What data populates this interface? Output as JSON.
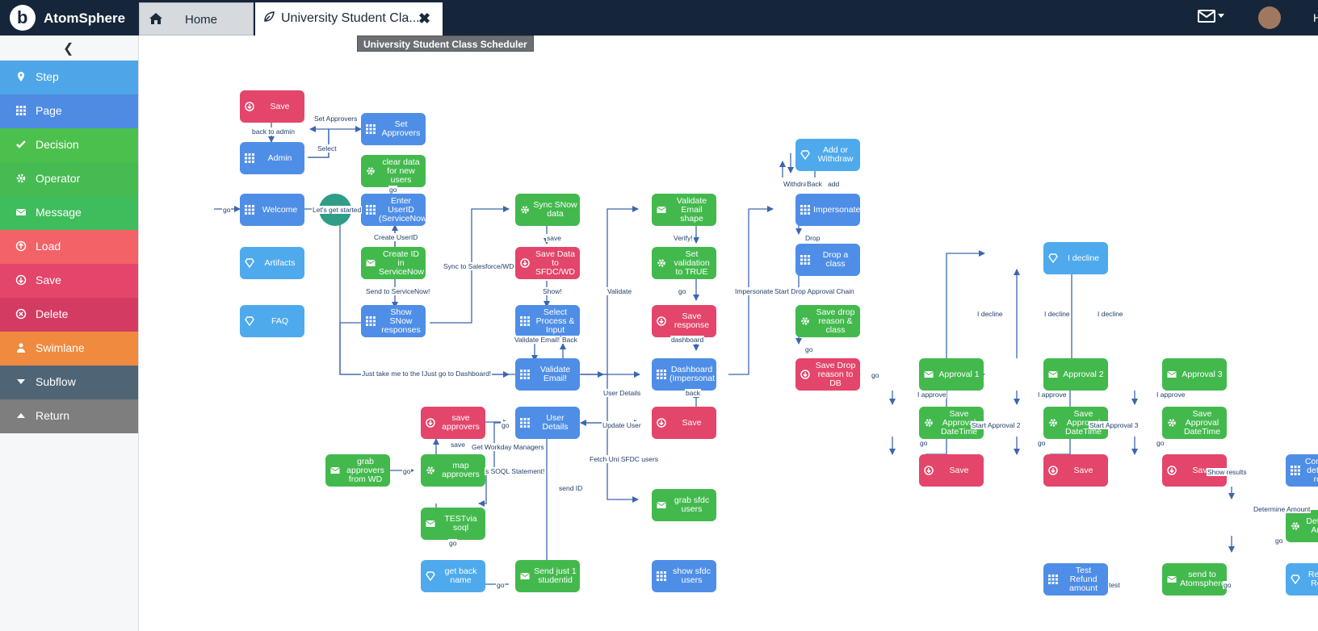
{
  "header": {
    "brand": "AtomSphere",
    "home_tab": "Home",
    "active_tab": "University Student Cla...",
    "tooltip": "University Student Class Scheduler"
  },
  "sidebar": {
    "items": [
      {
        "label": "Step",
        "color": "#4ea6e8",
        "icon": "pin-icon"
      },
      {
        "label": "Page",
        "color": "#4f8be2",
        "icon": "grid-icon"
      },
      {
        "label": "Decision",
        "color": "#4cc04d",
        "icon": "check-icon"
      },
      {
        "label": "Operator",
        "color": "#46bb52",
        "icon": "gear-icon"
      },
      {
        "label": "Message",
        "color": "#3fbc5c",
        "icon": "envelope-icon"
      },
      {
        "label": "Load",
        "color": "#f36266",
        "icon": "upload-icon"
      },
      {
        "label": "Save",
        "color": "#e4456a",
        "icon": "download-icon"
      },
      {
        "label": "Delete",
        "color": "#d43b63",
        "icon": "delete-icon"
      },
      {
        "label": "Swimlane",
        "color": "#f08a3f",
        "icon": "person-icon"
      },
      {
        "label": "Subflow",
        "color": "#4f6576",
        "icon": "caret-down-icon"
      },
      {
        "label": "Return",
        "color": "#7e7e7e",
        "icon": "caret-up-icon"
      }
    ]
  },
  "flow": {
    "start": "Start",
    "nodes": [
      {
        "id": "save_top",
        "label": "Save",
        "type": "save",
        "color": "red"
      },
      {
        "id": "admin",
        "label": "Admin",
        "type": "page",
        "color": "blue"
      },
      {
        "id": "set_approvers",
        "label": "Set Approvers",
        "type": "page",
        "color": "blue"
      },
      {
        "id": "clear_data",
        "label": "clear data for new users",
        "type": "operator",
        "color": "green"
      },
      {
        "id": "welcome",
        "label": "Welcome",
        "type": "page",
        "color": "blue"
      },
      {
        "id": "enter_userid",
        "label": "Enter UserID (ServiceNow",
        "type": "page",
        "color": "blue"
      },
      {
        "id": "artifacts",
        "label": "Artifacts",
        "type": "step",
        "color": "lblue"
      },
      {
        "id": "faq",
        "label": "FAQ",
        "type": "step",
        "color": "lblue"
      },
      {
        "id": "create_id",
        "label": "Create ID in ServiceNow",
        "type": "message",
        "color": "green"
      },
      {
        "id": "show_snow",
        "label": "Show SNow responses",
        "type": "page",
        "color": "blue"
      },
      {
        "id": "sync_snow",
        "label": "Sync SNow data",
        "type": "operator",
        "color": "green"
      },
      {
        "id": "save_sfdc",
        "label": "Save Data to SFDC/WD",
        "type": "save",
        "color": "red"
      },
      {
        "id": "select_process",
        "label": "Select Process & Input",
        "type": "page",
        "color": "blue"
      },
      {
        "id": "validate_email",
        "label": "Validate Email!",
        "type": "page",
        "color": "blue"
      },
      {
        "id": "user_details",
        "label": "User Details",
        "type": "page",
        "color": "blue"
      },
      {
        "id": "save_approvers",
        "label": "save approvers",
        "type": "save",
        "color": "red"
      },
      {
        "id": "map_approvers",
        "label": "map approvers",
        "type": "operator",
        "color": "green"
      },
      {
        "id": "grab_approvers",
        "label": "grab approvers from WD",
        "type": "message",
        "color": "green"
      },
      {
        "id": "test_soql",
        "label": "TESTvia soql",
        "type": "message",
        "color": "green"
      },
      {
        "id": "get_back_name",
        "label": "get back name",
        "type": "step",
        "color": "lblue"
      },
      {
        "id": "send_studentid",
        "label": "Send just 1 studentid",
        "type": "message",
        "color": "green"
      },
      {
        "id": "validate_shape",
        "label": "Validate Email shape",
        "type": "message",
        "color": "green"
      },
      {
        "id": "set_validation",
        "label": "Set validation to TRUE",
        "type": "operator",
        "color": "green"
      },
      {
        "id": "save_response",
        "label": "Save response",
        "type": "save",
        "color": "red"
      },
      {
        "id": "dashboard",
        "label": "Dashboard (Impersonat",
        "type": "page",
        "color": "blue"
      },
      {
        "id": "save_mid",
        "label": "Save",
        "type": "save",
        "color": "red"
      },
      {
        "id": "grab_sfdc",
        "label": "grab sfdc users",
        "type": "message",
        "color": "green"
      },
      {
        "id": "show_sfdc",
        "label": "show sfdc users",
        "type": "page",
        "color": "blue"
      },
      {
        "id": "add_withdraw",
        "label": "Add or Withdraw",
        "type": "step",
        "color": "lblue"
      },
      {
        "id": "impersonate",
        "label": "Impersonate",
        "type": "page",
        "color": "blue"
      },
      {
        "id": "drop_class",
        "label": "Drop a class",
        "type": "page",
        "color": "blue"
      },
      {
        "id": "save_drop_reason",
        "label": "Save drop reason & class",
        "type": "operator",
        "color": "green"
      },
      {
        "id": "save_drop_db",
        "label": "Save Drop reason to DB",
        "type": "save",
        "color": "red"
      },
      {
        "id": "approval1",
        "label": "Approval 1",
        "type": "message",
        "color": "green"
      },
      {
        "id": "save_appr_dt1",
        "label": "Save Approval DateTime",
        "type": "operator",
        "color": "green"
      },
      {
        "id": "save_a1",
        "label": "Save",
        "type": "save",
        "color": "red"
      },
      {
        "id": "i_decline",
        "label": "I decline",
        "type": "step",
        "color": "lblue"
      },
      {
        "id": "approval2",
        "label": "Approval 2",
        "type": "message",
        "color": "green"
      },
      {
        "id": "save_appr_dt2",
        "label": "Save Approval DateTime",
        "type": "operator",
        "color": "green"
      },
      {
        "id": "save_a2",
        "label": "Save",
        "type": "save",
        "color": "red"
      },
      {
        "id": "approval3",
        "label": "Approval 3",
        "type": "message",
        "color": "green"
      },
      {
        "id": "save_appr_dt3",
        "label": "Save Approval DateTime",
        "type": "operator",
        "color": "green"
      },
      {
        "id": "save_a3",
        "label": "Save",
        "type": "save",
        "color": "red"
      },
      {
        "id": "complete_refund",
        "label": "Complete - determine refund",
        "type": "page",
        "color": "blue"
      },
      {
        "id": "determine_amount",
        "label": "Determine Amount",
        "type": "operator",
        "color": "green"
      },
      {
        "id": "returned_refund",
        "label": "Returned Refund!",
        "type": "step",
        "color": "lblue"
      },
      {
        "id": "test_refund",
        "label": "Test Refund amount",
        "type": "page",
        "color": "blue"
      },
      {
        "id": "send_atomsphere",
        "label": "send to Atomsphere",
        "type": "message",
        "color": "green"
      }
    ],
    "edge_labels": [
      "go",
      "Set Approvers",
      "back to admin",
      "Select",
      "Let's get started",
      "go",
      "Create UserID",
      "Send to ServiceNow!",
      "Sync to Salesforce/WD",
      "save",
      "Show!",
      "Validate Email!",
      "Back",
      "Just take me to the Dash",
      "Just go to Dashboard!",
      "Validate",
      "Verify!",
      "go",
      "dashboard",
      "back",
      "User Details",
      "Update User",
      "Fetch Uni SFDC users",
      "go",
      "save",
      "Get Workday Managers",
      "go",
      "s SOQL Statement!",
      "send ID",
      "go",
      "go",
      "Impersonate",
      "Withdraw",
      "Back",
      "add",
      "Drop",
      "Start Drop Approval Chain",
      "go",
      "go",
      "I approve",
      "go",
      "Start Approval 2",
      "I approve",
      "go",
      "Start Approval 3",
      "I approve",
      "go",
      "Show results",
      "Determine Amount",
      "go",
      "test",
      "go",
      "I decline",
      "I decline",
      "I decline"
    ]
  }
}
